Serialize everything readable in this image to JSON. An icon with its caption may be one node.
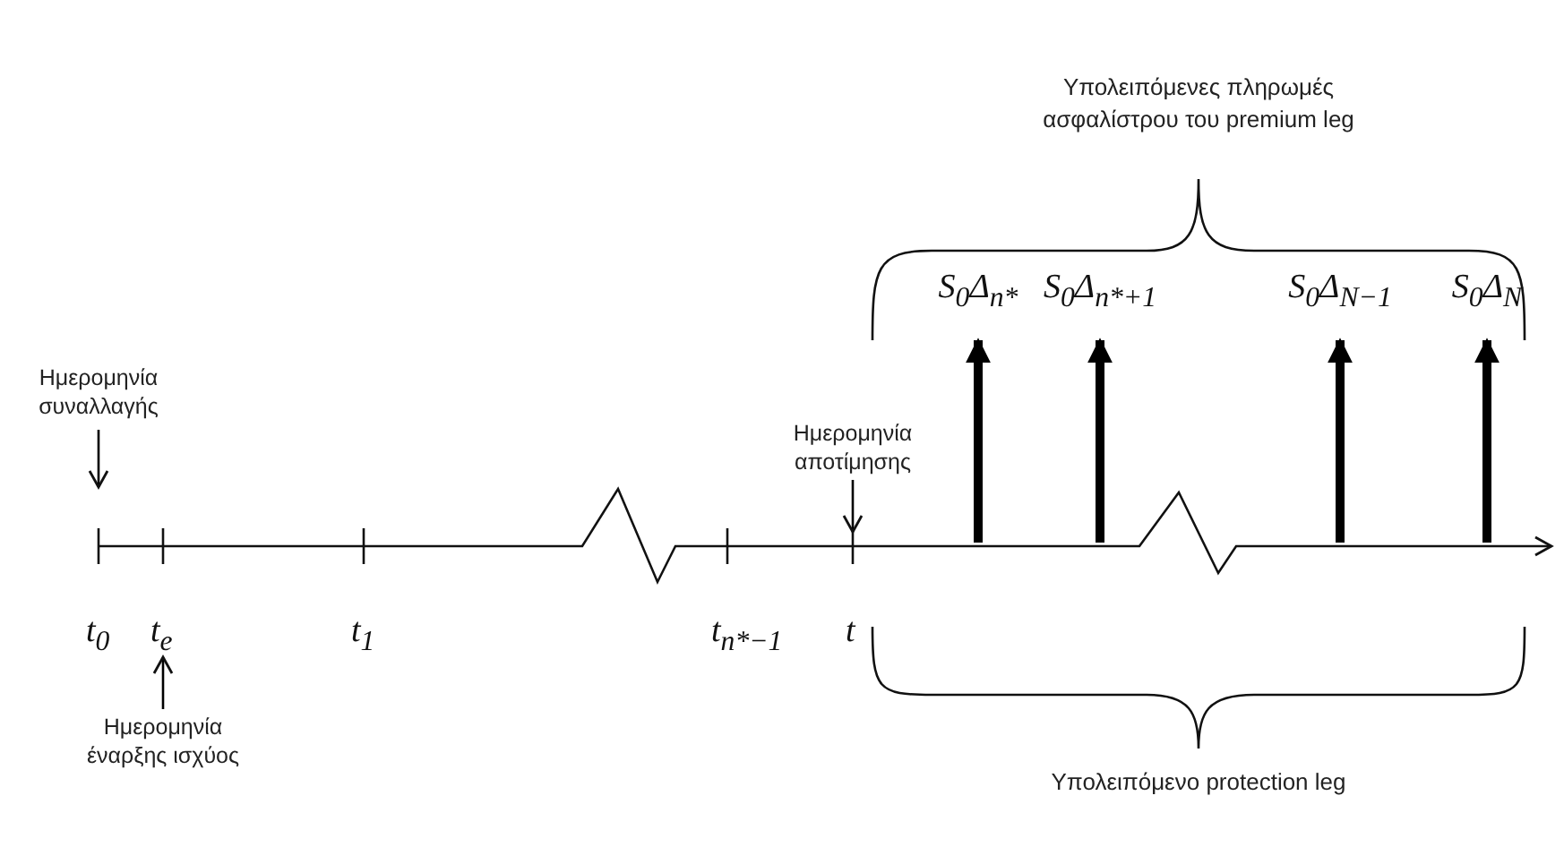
{
  "diagram": {
    "nodes": [
      {
        "text": [
          "Ημερομηνία συναλλαγής"
        ]
      },
      {
        "text": [
          "Ημερομηνία έναρξης ισχύος"
        ]
      },
      {
        "text": [
          "Ημερομηνία αποτίμησης"
        ]
      },
      {
        "text": [
          "S$_{0}$Δ$_{n*}$"
        ]
      },
      {
        "text": [
          "S$_{0}$Δ$_{n*+1}$"
        ]
      },
      {
        "text": [
          "S$_{0}$Δ$_{N−1}$"
        ]
      },
      {
        "text": [
          "S$_{0}$Δ$_{N}$"
        ]
      },
      {
        "text": [
          "t$_{e}$"
        ]
      }
    ],
    "edges": [
      {
        "from": 0,
        "to": null,
        "arrow": "to"
      },
      {
        "from": 1,
        "to": 7,
        "arrow": "to"
      },
      {
        "from": 2,
        "to": null,
        "arrow": "to"
      },
      {
        "from": null,
        "to": 3,
        "arrow": "to"
      },
      {
        "from": null,
        "to": 4,
        "arrow": "to"
      },
      {
        "from": null,
        "to": 5,
        "arrow": "to"
      },
      {
        "from": null,
        "to": 6,
        "arrow": "to"
      }
    ],
    "labels": [
      "Υπολειπόμενες πληρωμές ασφαλίστρου του premium leg",
      "t$_{0}$",
      "t$_{1}$",
      "t$_{n*−1}$",
      "t",
      "Υπολειπόμενο protection leg"
    ]
  }
}
